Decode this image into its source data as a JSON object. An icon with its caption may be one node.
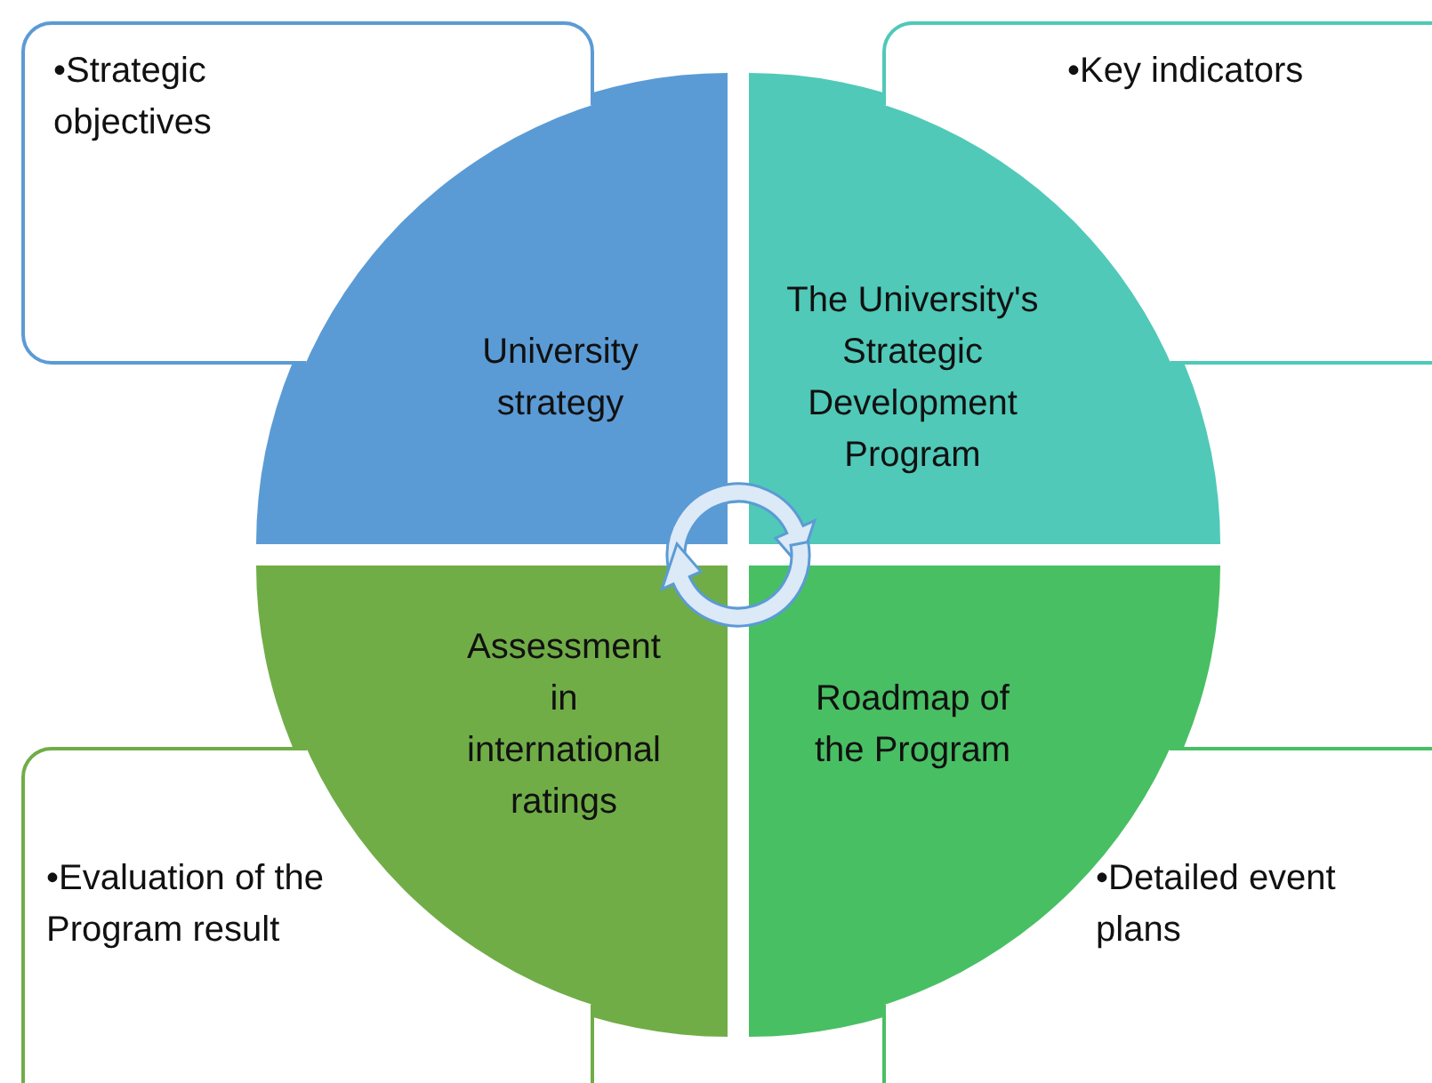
{
  "diagram": {
    "nodes": [
      {
        "text": [
          "•Strategic objectives"
        ]
      },
      {
        "text": [
          "•Key indicators"
        ]
      },
      {
        "text": [
          "•Evaluation of the Program result"
        ]
      },
      {
        "text": [
          "•Detailed event plans"
        ]
      },
      {
        "text": [
          "University strategy"
        ]
      },
      {
        "text": [
          "The University's Strategic Development Program"
        ]
      },
      {
        "text": [
          "Assessment in international ratings"
        ]
      },
      {
        "text": [
          "Roadmap of the Program"
        ]
      }
    ]
  }
}
